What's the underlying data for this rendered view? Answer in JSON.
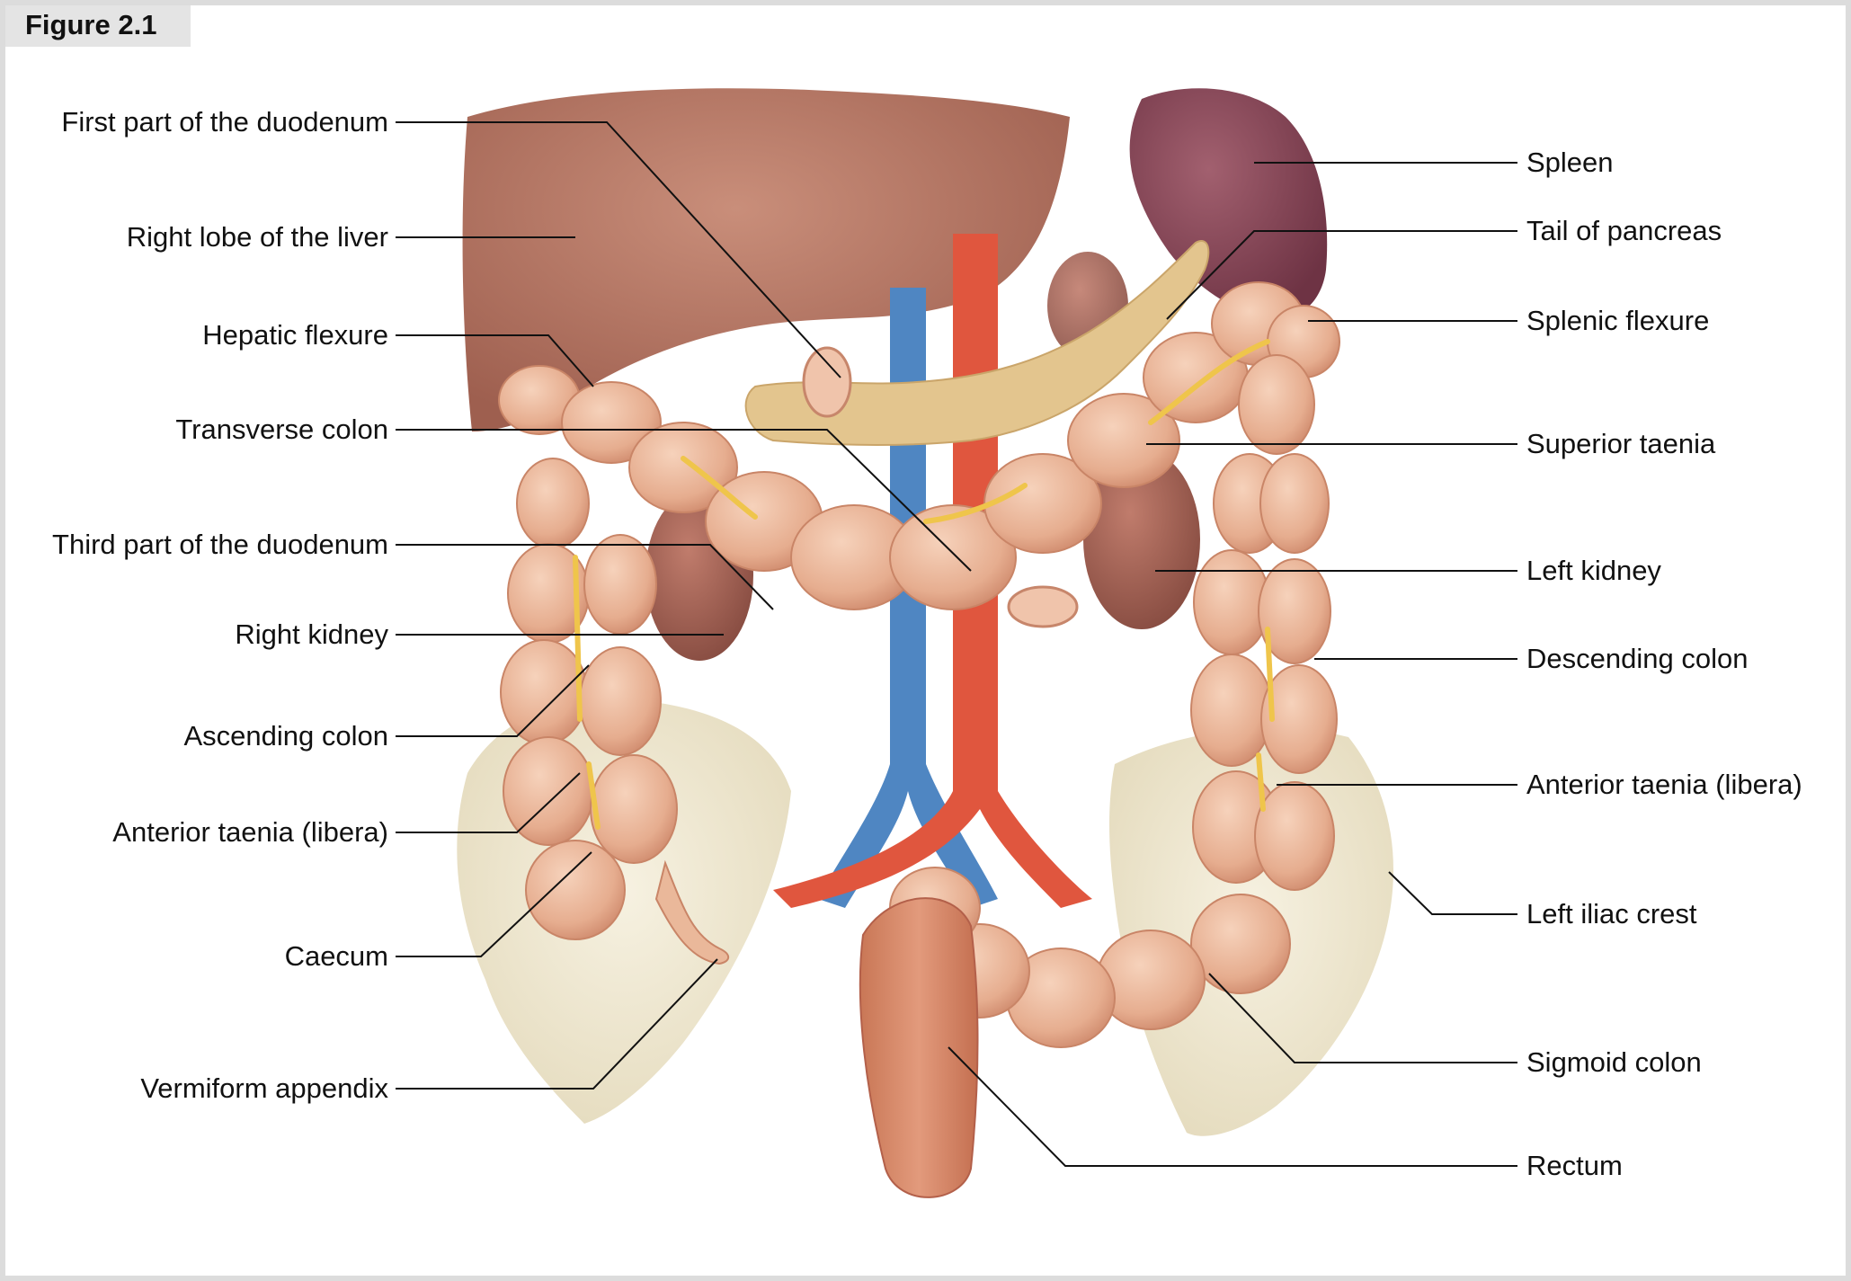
{
  "figure_label": "Figure 2.1",
  "labels_left": [
    "First part of the duodenum",
    "Right lobe of the liver",
    "Hepatic flexure",
    "Transverse colon",
    "Third part of the duodenum",
    "Right kidney",
    "Ascending colon",
    "Anterior taenia (libera)",
    "Caecum",
    "Vermiform  appendix"
  ],
  "labels_right": [
    "Spleen",
    "Tail of pancreas",
    "Splenic flexure",
    "Superior taenia",
    "Left kidney",
    "Descending colon",
    "Anterior taenia (libera)",
    "Left iliac crest",
    "Sigmoid colon",
    "Rectum"
  ],
  "colors": {
    "liver": "#b97a67",
    "colon": "#eab89a",
    "colon_shade": "#d7957a",
    "aorta": "#e0563e",
    "vena_cava": "#4f86c2",
    "spleen": "#8b4a5c",
    "pancreas": "#e3c58e",
    "kidney": "#a8685a",
    "bone": "#ece3c8",
    "leader": "#111111"
  }
}
